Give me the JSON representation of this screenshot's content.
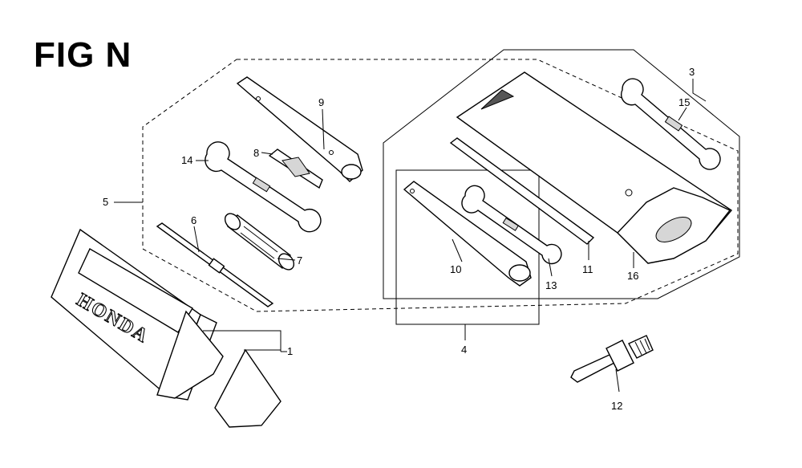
{
  "figure": {
    "title": "FIG N"
  },
  "callouts": [
    "1",
    "3",
    "4",
    "5",
    "6",
    "7",
    "8",
    "9",
    "10",
    "11",
    "12",
    "13",
    "14",
    "15",
    "16"
  ],
  "brand_text": "HONDA",
  "colors": {
    "line": "#000000",
    "background": "#ffffff",
    "shade": "#d6d6d6"
  }
}
